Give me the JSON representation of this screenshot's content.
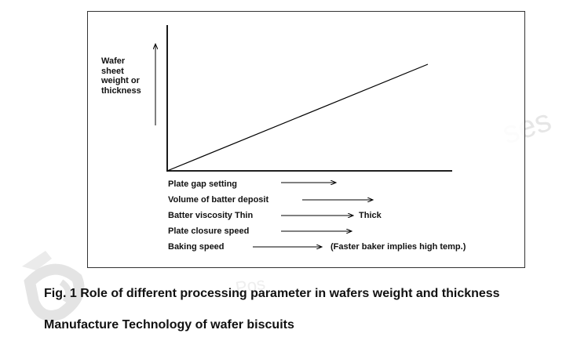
{
  "watermark": {
    "text_ses": "ses",
    "text_pos": "Pos"
  },
  "y_axis_label_lines": [
    "Wafer",
    "sheet",
    "weight or",
    "thickness"
  ],
  "parameters": [
    {
      "label": "Plate gap setting",
      "extra": ""
    },
    {
      "label": "Volume of batter deposit",
      "extra": ""
    },
    {
      "label": "Batter viscosity Thin",
      "extra": "Thick"
    },
    {
      "label": "Plate closure speed",
      "extra": ""
    },
    {
      "label": "Baking speed",
      "extra": "(Faster baker implies high temp.)"
    }
  ],
  "caption": "Fig. 1 Role of different processing parameter in wafers weight and thickness",
  "subtitle": "Manufacture Technology of wafer biscuits",
  "colors": {
    "line": "#000000",
    "text": "#111111",
    "watermark": "#e6e6e6"
  }
}
